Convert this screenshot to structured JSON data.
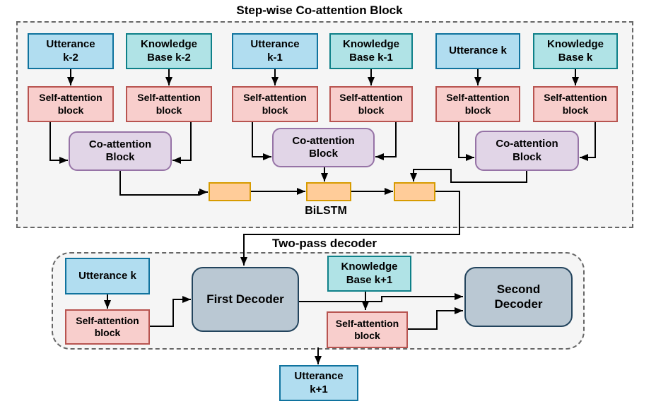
{
  "diagram": {
    "stepwise_title": "Step-wise Co-attention Block",
    "twopass_title": "Two-pass decoder",
    "bilstm_label": "BiLSTM",
    "nodes": {
      "utterance_k2": "Utterance\nk-2",
      "kb_k2": "Knowledge\nBase k-2",
      "utterance_k1": "Utterance\nk-1",
      "kb_k1": "Knowledge\nBase k-1",
      "utterance_k": "Utterance k",
      "kb_k": "Knowledge\nBase k",
      "self_attention": "Self-attention\nblock",
      "co_attention": "Co-attention\nBlock",
      "first_decoder": "First Decoder",
      "second_decoder": "Second\nDecoder",
      "utterance_k_decoder": "Utterance k",
      "kb_k_plus_1": "Knowledge\nBase k+1",
      "utterance_k_plus_1": "Utterance\nk+1"
    },
    "colors": {
      "utterance_fill": "#b1ddf0",
      "utterance_stroke": "#10739e",
      "kb_fill": "#b0e3e6",
      "kb_stroke": "#0e8088",
      "selfattn_fill": "#f8cecc",
      "selfattn_stroke": "#b85450",
      "coattn_fill": "#e1d5e7",
      "coattn_stroke": "#9673a6",
      "lstm_fill": "#ffcc99",
      "lstm_stroke": "#d79b00",
      "decoder_fill": "#bac8d3",
      "decoder_stroke": "#23445d",
      "region_fill": "#f5f5f5",
      "region_stroke": "#666666",
      "arrow": "#000000"
    }
  }
}
